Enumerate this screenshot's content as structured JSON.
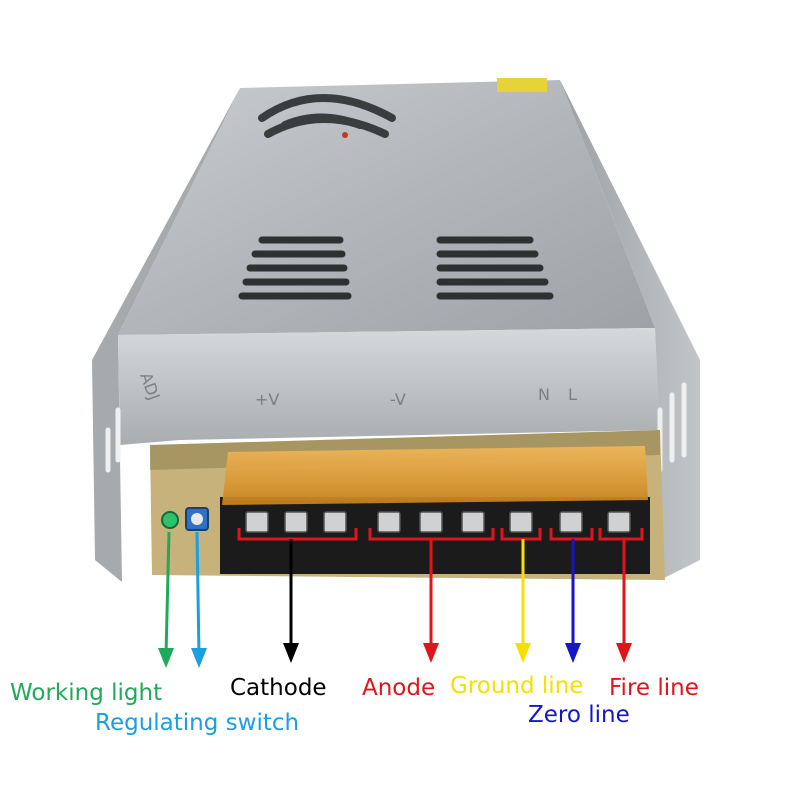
{
  "product": {
    "panel_markings": [
      "ADJ",
      "+V",
      "-V",
      "N",
      "L"
    ],
    "label_colors": {
      "working_light": "#1faa5a",
      "regulating_switch": "#1a9fe0",
      "cathode": "#000000",
      "anode": "#e1141c",
      "ground_line": "#f5e000",
      "zero_line": "#1416c8",
      "fire_line": "#e1141c"
    }
  },
  "labels": {
    "working_light": "Working light",
    "regulating_switch": "Regulating switch",
    "cathode": "Cathode",
    "anode": "Anode",
    "ground_line": "Ground line",
    "zero_line": "Zero line",
    "fire_line": "Fire line"
  }
}
